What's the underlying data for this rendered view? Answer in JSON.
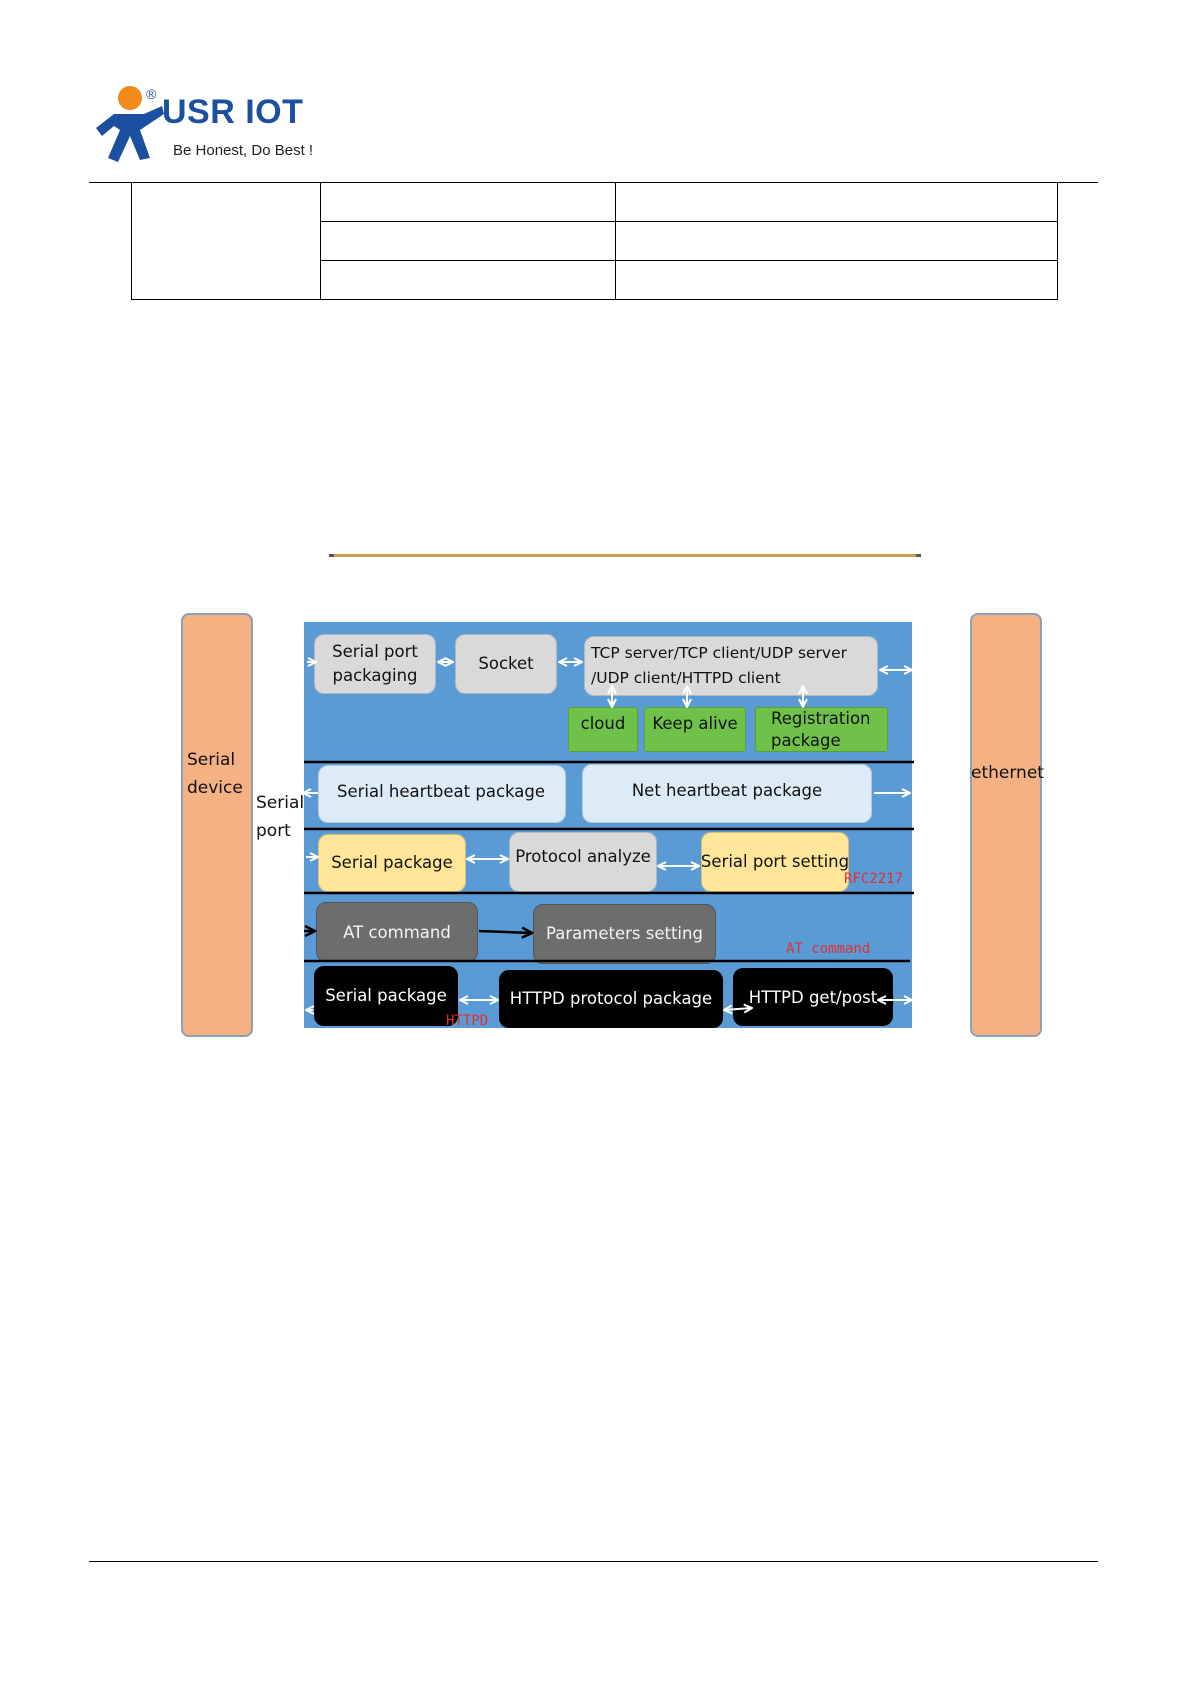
{
  "header": {
    "brand": "USR IOT",
    "registered_mark": "®",
    "slogan": "Be Honest, Do Best !"
  },
  "table": {
    "rows": [
      [
        "",
        "",
        ""
      ],
      [
        "",
        ""
      ],
      [
        "",
        ""
      ]
    ]
  },
  "diagram": {
    "left_device": [
      "Serial",
      "device"
    ],
    "serial_port_label": [
      "Serial",
      "port"
    ],
    "right_device": "ethernet",
    "row1": {
      "serial_port_packaging": [
        "Serial port",
        "packaging"
      ],
      "socket": "Socket",
      "modes": [
        "TCP  server/TCP  client/UDP  server",
        "/UDP client/HTTPD client"
      ]
    },
    "row1_sub": {
      "cloud": "cloud",
      "keep_alive": "Keep alive",
      "registration": [
        "Registration",
        "package"
      ]
    },
    "row2": {
      "serial_heartbeat": "Serial heartbeat package",
      "net_heartbeat": "Net heartbeat package"
    },
    "row3": {
      "serial_package": "Serial package",
      "protocol_analyze": "Protocol analyze",
      "serial_port_setting": "Serial port setting",
      "note": "RFC2217"
    },
    "row4": {
      "at_command": "AT command",
      "parameters_setting": "Parameters setting",
      "note": "AT command"
    },
    "row5": {
      "serial_package": "Serial package",
      "httpd_protocol_package": "HTTPD protocol package",
      "httpd_get_post": "HTTPD get/post",
      "note": "HTTPD"
    }
  }
}
